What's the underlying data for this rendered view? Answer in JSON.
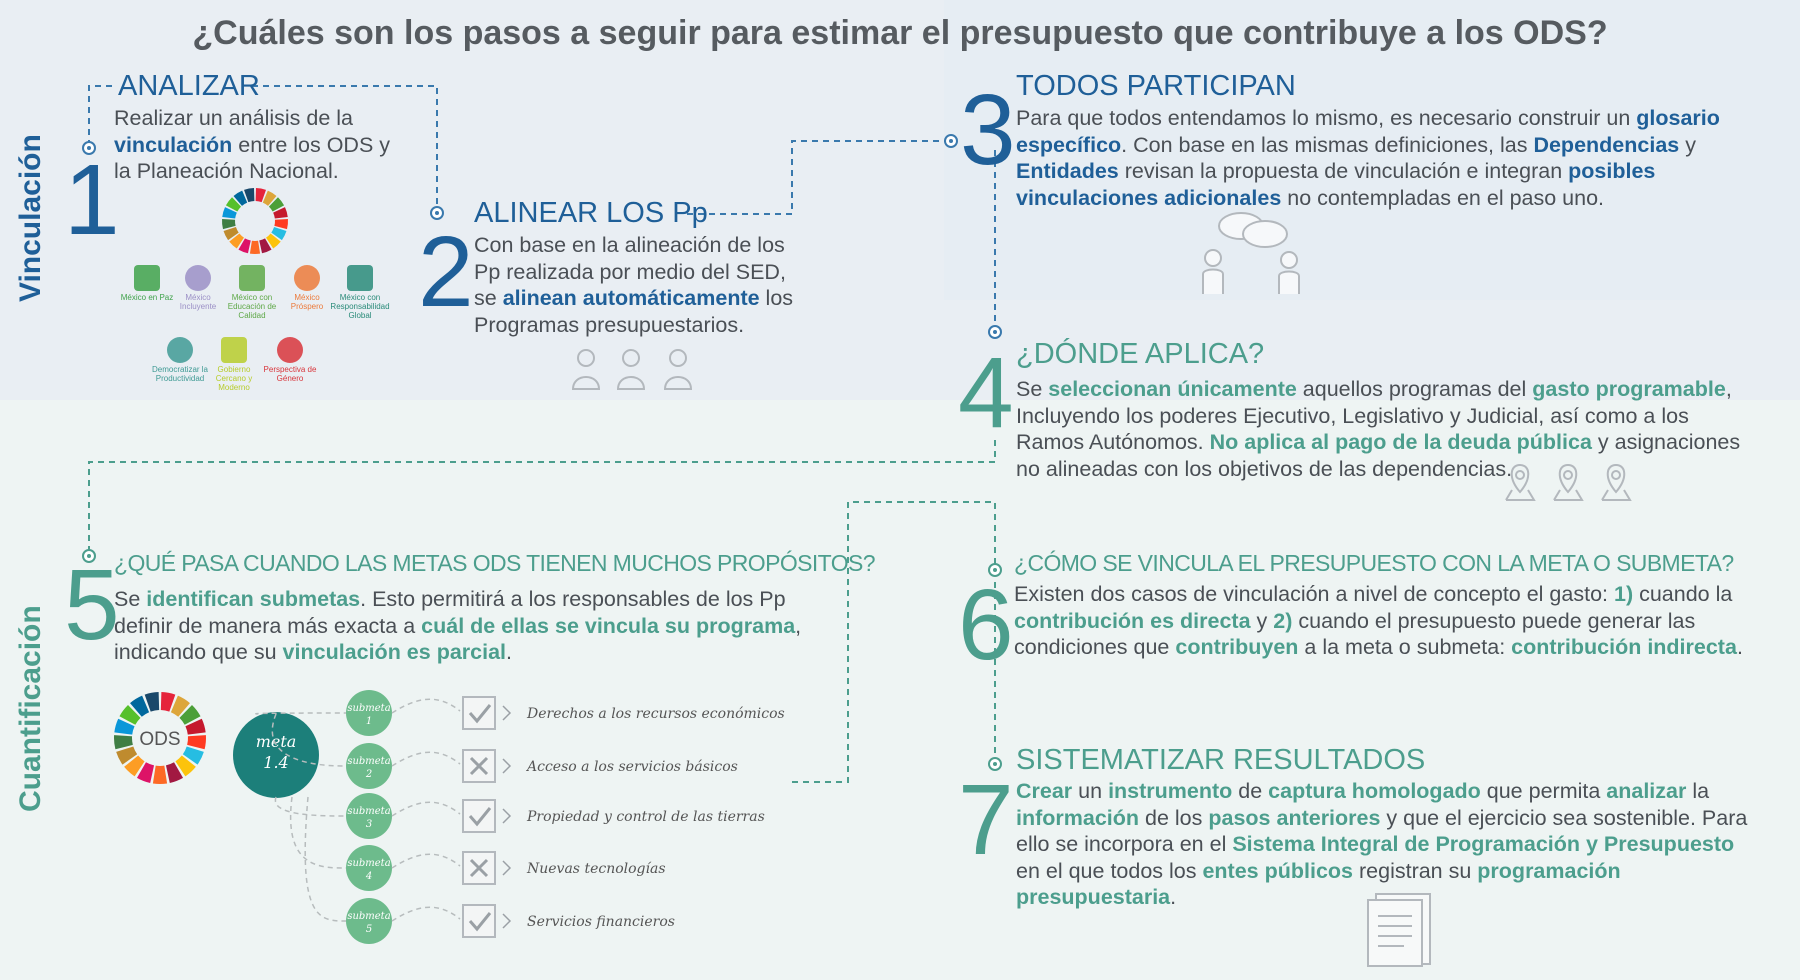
{
  "title": "¿Cuáles son los pasos a seguir para estimar el presupuesto que contribuye a los ODS?",
  "side_labels": {
    "top": "Vinculación",
    "bottom": "Cuantificación"
  },
  "colors": {
    "blue": "#1f5f98",
    "teal": "#4c9e8d",
    "text": "#4a4f55",
    "circle": "#1c7f7a",
    "submeta": "#6dbb8c"
  },
  "steps": {
    "s1": {
      "num": "1",
      "heading": "ANALIZAR",
      "p": [
        "Realizar un análisis de la ",
        "vinculación",
        " entre los ODS y la Planeación Nacional."
      ]
    },
    "s2": {
      "num": "2",
      "heading": "ALINEAR LOS Pp",
      "p": [
        "Con base en la alineación de los Pp realizada por medio del SED, se ",
        "alinean automáticamente",
        " los Programas presupuestarios."
      ]
    },
    "s3": {
      "num": "3",
      "heading": "TODOS PARTICIPAN",
      "p": [
        "Para que todos entendamos lo mismo, es necesario construir un ",
        "glosario específico",
        ". Con base en las mismas definiciones, las ",
        "Dependencias",
        " y ",
        "Entidades",
        " revisan la propuesta de vinculación e integran ",
        "posibles vinculaciones adicionales",
        " no contempladas en el paso uno."
      ]
    },
    "s4": {
      "num": "4",
      "heading": "¿DÓNDE APLICA?",
      "p": [
        "Se ",
        "seleccionan únicamente",
        " aquellos programas del ",
        "gasto programable",
        ", Incluyendo los poderes Ejecutivo, Legislativo y Judicial, así como a los Ramos Autónomos. ",
        "No aplica al pago de la deuda pública",
        " y asignaciones no alineadas con los objetivos de las dependencias."
      ]
    },
    "s5": {
      "num": "5",
      "heading": "¿QUÉ PASA CUANDO LAS METAS ODS TIENEN MUCHOS PROPÓSITOS?",
      "p": [
        "Se ",
        "identifican  submetas",
        ". Esto permitirá a los responsables de los Pp definir de manera más exacta a ",
        "cuál de ellas se vincula su programa",
        ", indicando que su ",
        "vinculación es parcial",
        "."
      ]
    },
    "s6": {
      "num": "6",
      "heading": "¿CÓMO SE VINCULA EL PRESUPUESTO CON LA META O SUBMETA?",
      "p": [
        "Existen dos casos de vinculación a nivel de concepto el gasto: ",
        "1)",
        " cuando la ",
        "contribución es directa",
        " y ",
        "2)",
        " cuando el presupuesto puede generar las condiciones que ",
        "contribuyen",
        " a la meta o submeta: ",
        "contribución indirecta",
        "."
      ]
    },
    "s7": {
      "num": "7",
      "heading": "SISTEMATIZAR RESULTADOS",
      "p": [
        "Crear",
        " un ",
        "instrumento",
        " de ",
        "captura homologado",
        " que permita ",
        "analizar",
        " la ",
        "información",
        " de los ",
        "pasos anteriores",
        " y que el ejercicio sea sostenible. Para ello se incorpora en el ",
        "Sistema Integral de Programación y Presupuesto",
        " en el que todos los ",
        "entes públicos",
        " registran su ",
        "programación presupuestaria",
        "."
      ]
    }
  },
  "pnd_icons": [
    {
      "label": "México en Paz",
      "color": "#3fa24a"
    },
    {
      "label": "México Incluyente",
      "color": "#9b8fc6"
    },
    {
      "label": "México con Educación de Calidad",
      "color": "#5ea847"
    },
    {
      "label": "México Próspero",
      "color": "#ec7a3a"
    },
    {
      "label": "México con Responsabilidad Global",
      "color": "#2a8b79"
    },
    {
      "label": "Democratizar la Productividad",
      "color": "#3f9a94"
    },
    {
      "label": "Gobierno Cercano y Moderno",
      "color": "#b7cc2b"
    },
    {
      "label": "Perspectiva de Género",
      "color": "#d8353b"
    }
  ],
  "ods_label": "ODS",
  "meta_label": "meta\n1.4",
  "meta_line1": "meta",
  "meta_line2": "1.4",
  "submetas": [
    {
      "word": "submeta",
      "n": "1",
      "mark": "check",
      "label": "Derechos a los recursos económicos"
    },
    {
      "word": "submeta",
      "n": "2",
      "mark": "cross",
      "label": "Acceso a los servicios básicos"
    },
    {
      "word": "submeta",
      "n": "3",
      "mark": "check",
      "label": "Propiedad y control de las tierras"
    },
    {
      "word": "submeta",
      "n": "4",
      "mark": "cross",
      "label": "Nuevas tecnologías"
    },
    {
      "word": "submeta",
      "n": "5",
      "mark": "check",
      "label": "Servicios financieros"
    }
  ]
}
